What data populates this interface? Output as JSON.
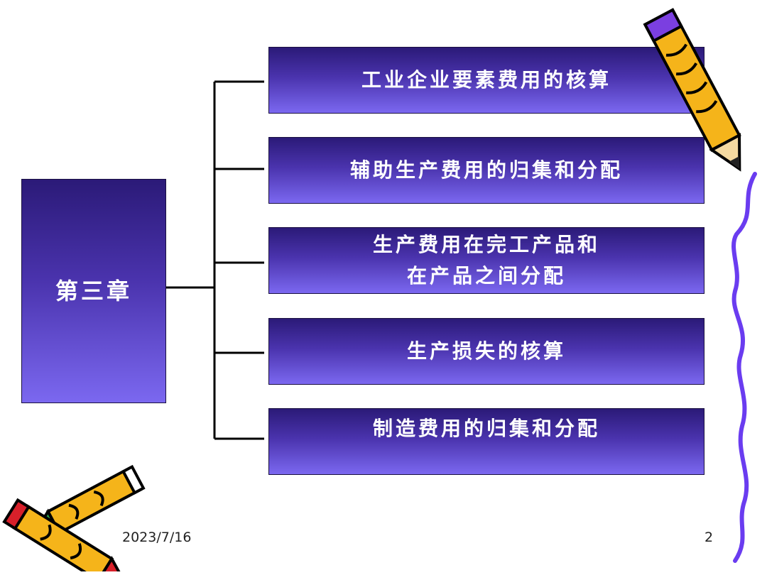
{
  "chapter": {
    "label": "第三章"
  },
  "topics": [
    {
      "lines": [
        "工业企业要素费用的核算"
      ]
    },
    {
      "lines": [
        "辅助生产费用的归集和分配"
      ]
    },
    {
      "lines": [
        "生产费用在完工产品和",
        "在产品之间分配"
      ]
    },
    {
      "lines": [
        "生产损失的核算"
      ]
    },
    {
      "lines": [
        "制造费用的归集和分配"
      ]
    }
  ],
  "footer": {
    "date": "2023/7/16",
    "page": "2"
  },
  "colors": {
    "box_top": "#2b1a78",
    "box_bottom": "#7b68f0",
    "connector": "#000000",
    "squiggle": "#6a3cf0"
  },
  "icons": [
    "pencil-icon",
    "crayons-icon",
    "squiggle-line-icon"
  ]
}
